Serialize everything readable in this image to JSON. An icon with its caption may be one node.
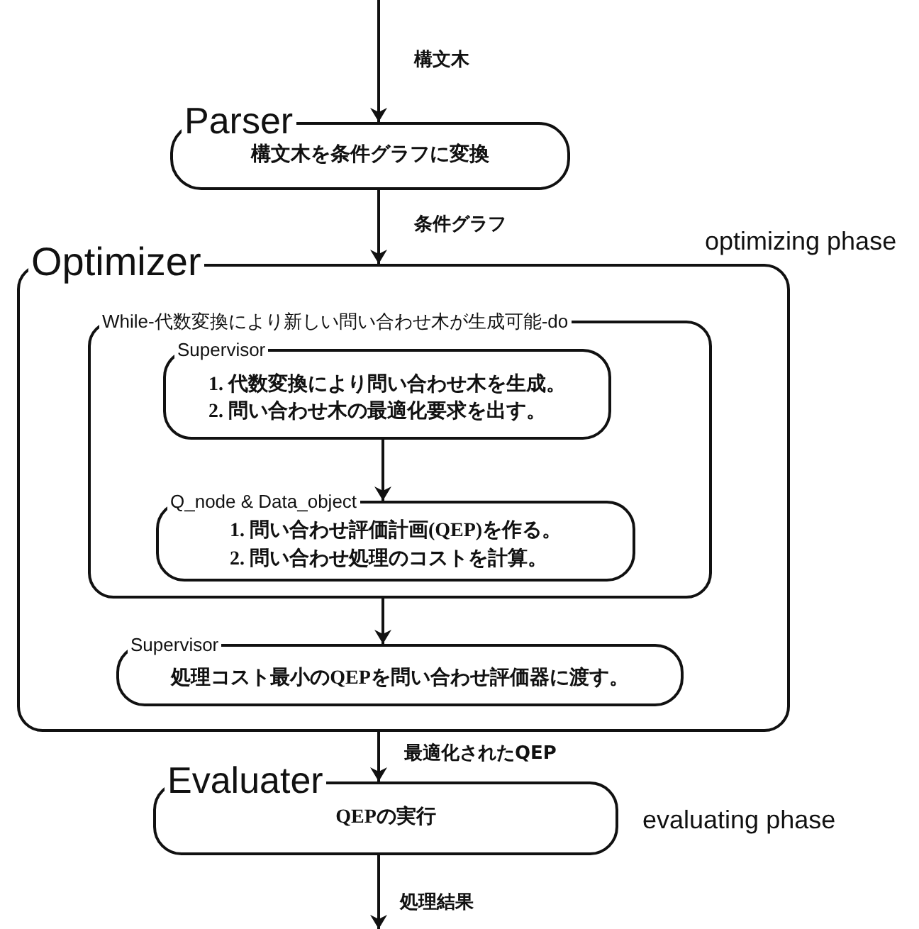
{
  "diagram": {
    "nodes": [
      {
        "text": [
          "Parser",
          "構文木を条件グラフに変換"
        ]
      },
      {
        "text": [
          "Optimizer"
        ],
        "beside": [
          "optimizing phase"
        ]
      },
      {
        "text": [
          "While-代数変換により新しい問い合わせ木が生成可能-do"
        ],
        "in": 1
      },
      {
        "text": [
          "Supervisor",
          "1. 代数変換により問い合わせ木を生成。",
          "2. 問い合わせ木の最適化要求を出す。"
        ],
        "in": 2
      },
      {
        "text": [
          "Q_node & Data_object",
          "1. 問い合わせ評価計画(QEP)を作る。",
          "2. 問い合わせ処理のコストを計算。"
        ],
        "in": 2
      },
      {
        "text": [
          "Supervisor",
          "処理コスト最小のQEPを問い合わせ評価器に渡す。"
        ],
        "in": 1
      },
      {
        "text": [
          "Evaluater",
          "QEPの実行"
        ],
        "beside": [
          "evaluating phase"
        ]
      }
    ],
    "edges": [
      {
        "from": null,
        "to": 0,
        "arrow": "to",
        "label": "構文木"
      },
      {
        "from": 0,
        "to": 1,
        "arrow": "to",
        "label": "条件グラフ"
      },
      {
        "from": 3,
        "to": 4,
        "arrow": "to"
      },
      {
        "from": 2,
        "to": 5,
        "arrow": "to"
      },
      {
        "from": 1,
        "to": 6,
        "arrow": "to",
        "label": "最適化されたQEP"
      },
      {
        "from": 6,
        "to": null,
        "arrow": "to",
        "label": "処理結果"
      }
    ]
  }
}
